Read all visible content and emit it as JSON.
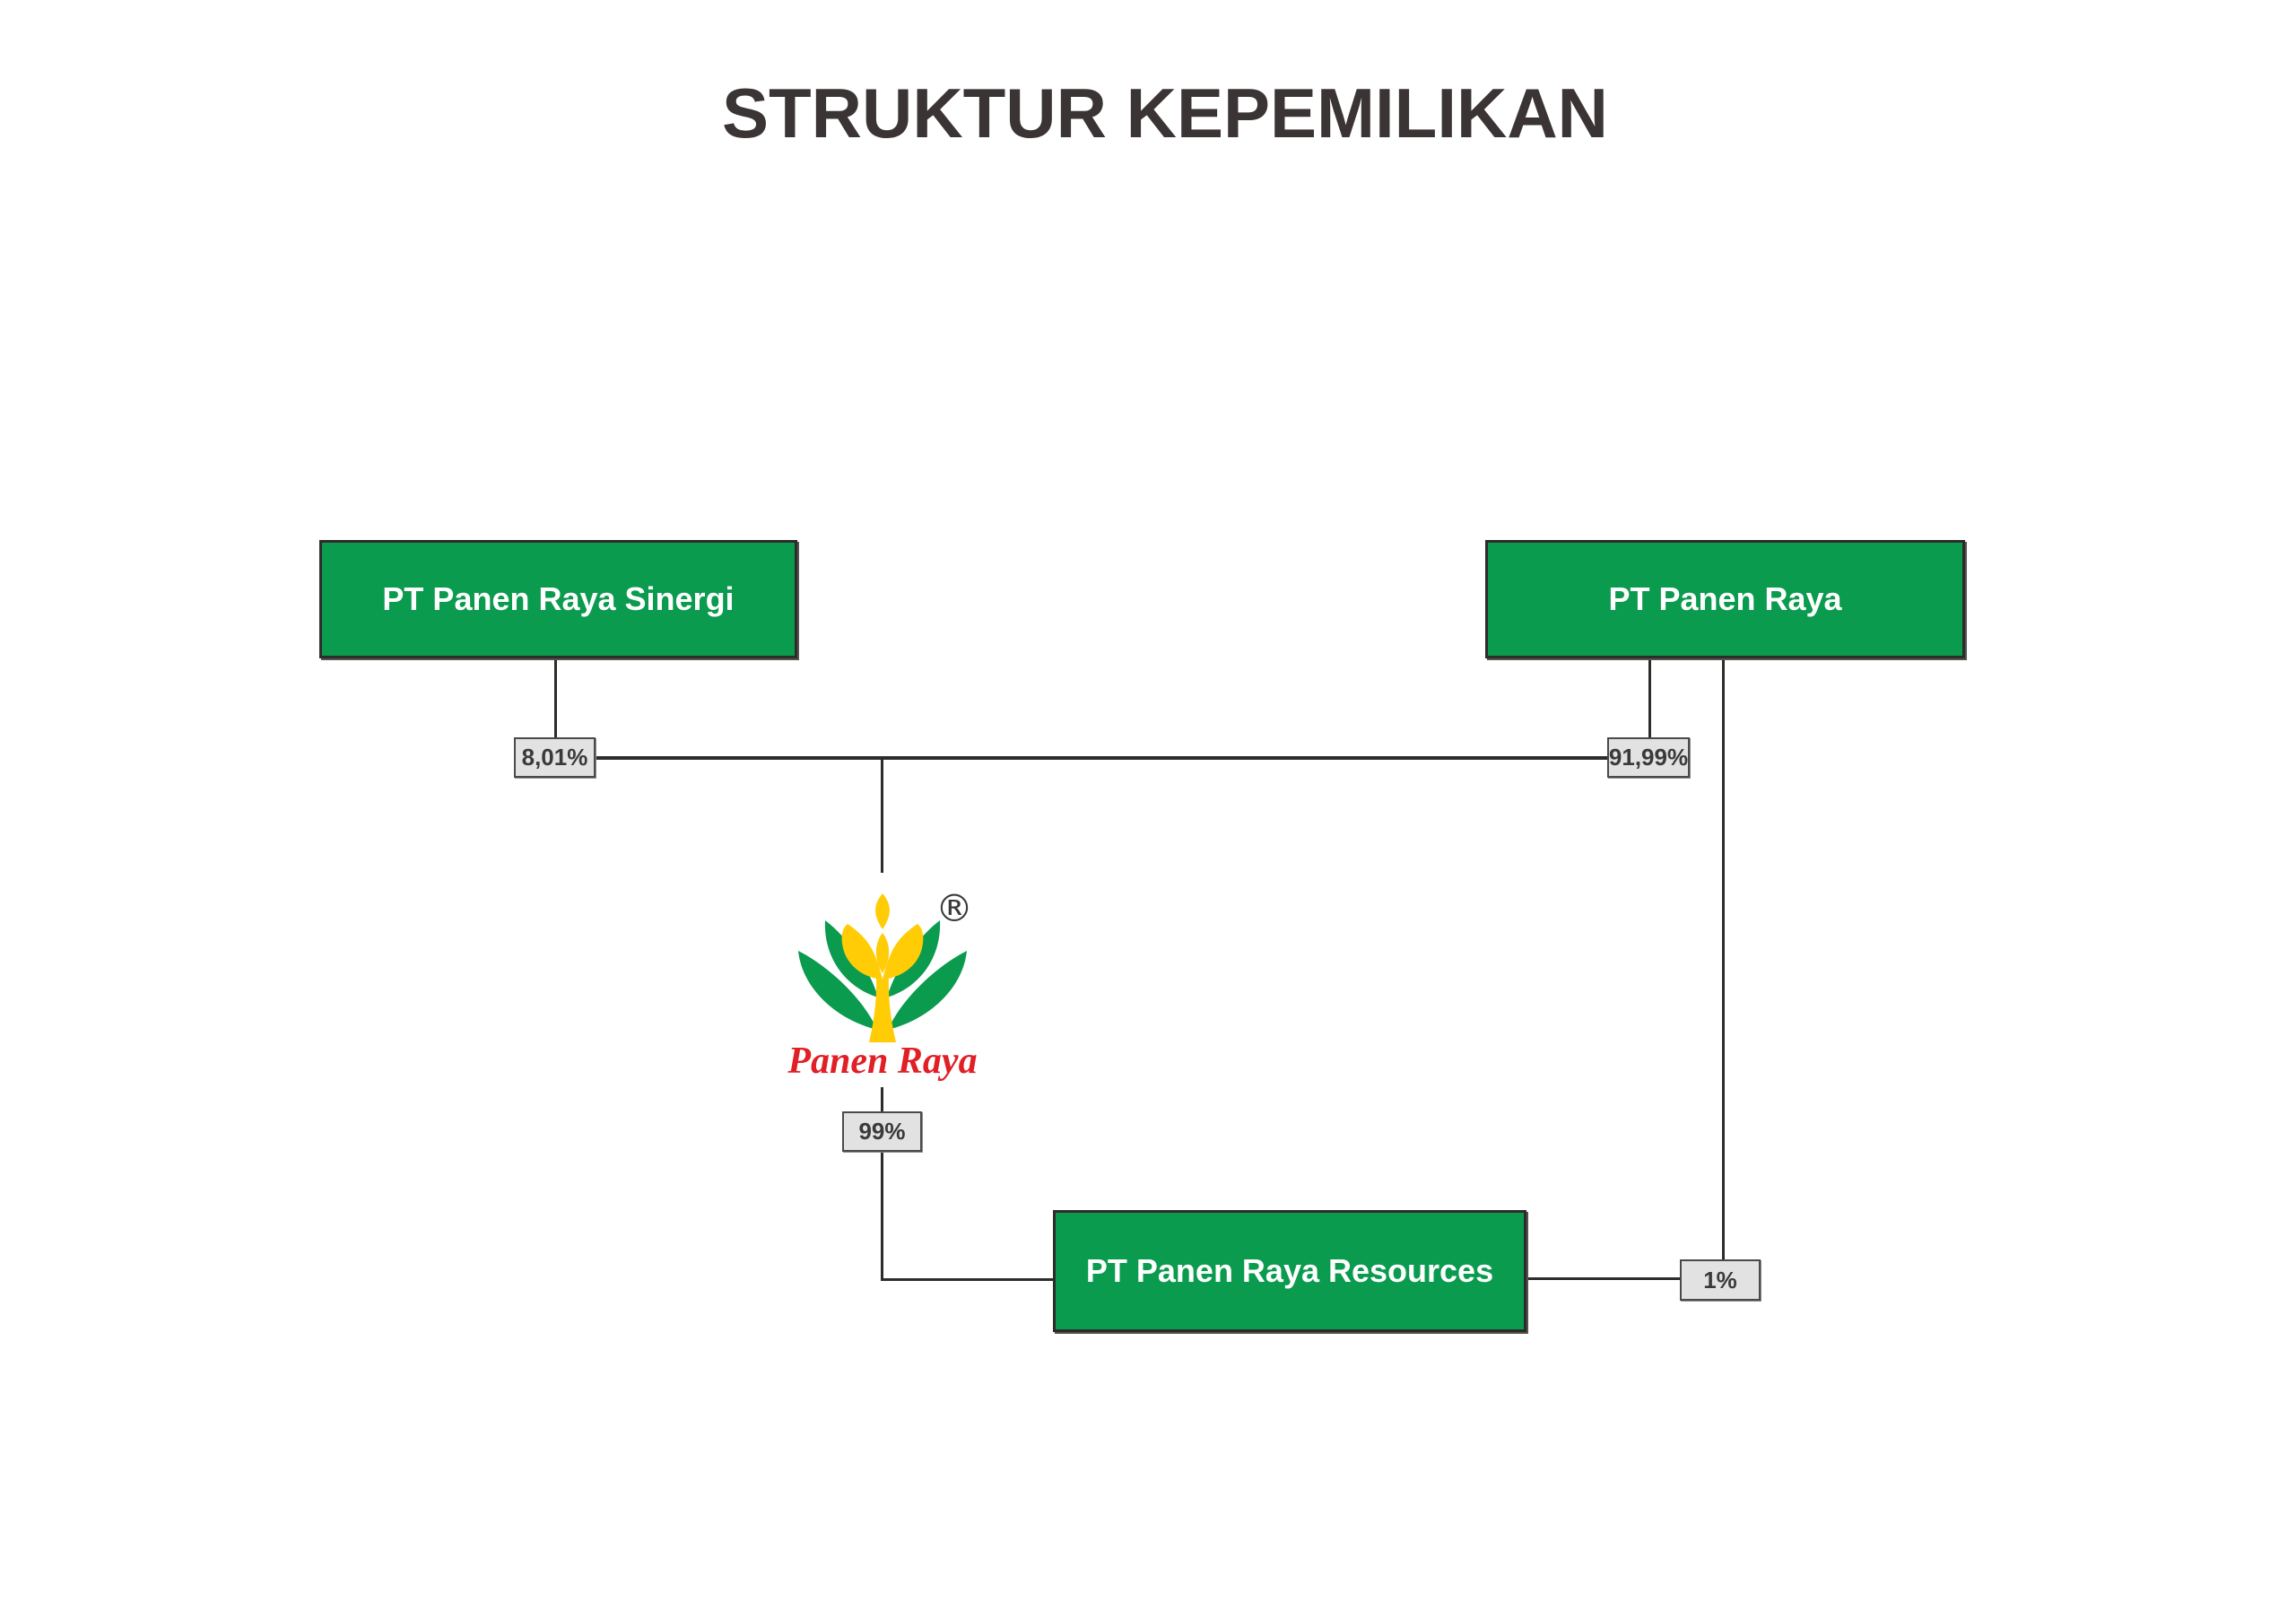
{
  "title": "STRUKTUR KEPEMILIKAN",
  "companies": {
    "sinergi": "PT Panen Raya Sinergi",
    "panen_raya": "PT Panen Raya",
    "resources": "PT Panen Raya Resources"
  },
  "shares": {
    "sinergi": "8,01%",
    "panen_raya": "91,99%",
    "logo_to_resources": "99%",
    "panen_raya_to_resources": "1%"
  },
  "logo": {
    "wordmark": "Panen Raya",
    "registered": "®"
  },
  "ownership": [
    {
      "owner": "PT Panen Raya Sinergi",
      "share": "8,01%",
      "of": "Panen Raya"
    },
    {
      "owner": "PT Panen Raya",
      "share": "91,99%",
      "of": "Panen Raya"
    },
    {
      "owner": "Panen Raya",
      "share": "99%",
      "of": "PT Panen Raya Resources"
    },
    {
      "owner": "PT Panen Raya",
      "share": "1%",
      "of": "PT Panen Raya Resources"
    }
  ],
  "colors": {
    "node_green": "#0a9b4e",
    "node_border": "#2e2b2b",
    "node_text": "#ffffff",
    "share_bg": "#e2e2e2",
    "share_border": "#4a4a4a",
    "connector": "#2e2b2b",
    "title_text": "#3b3434",
    "logo_yellow": "#ffcc05",
    "logo_green": "#0a9b4e",
    "logo_red": "#e01f26"
  }
}
